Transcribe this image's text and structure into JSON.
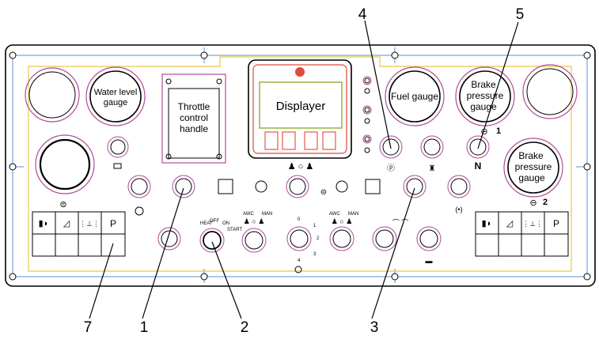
{
  "labels": {
    "water_level_gauge": [
      "Water level",
      "gauge"
    ],
    "throttle_control_handle": [
      "Throttle",
      "control",
      "handle"
    ],
    "displayer": "Displayer",
    "fuel_gauge": "Fuel gauge",
    "brake_pressure_gauge_1": [
      "Brake",
      "pressure",
      "gauge"
    ],
    "brake_pressure_gauge_2": [
      "Brake",
      "pressure",
      "gauge"
    ],
    "brake_gauge_1_index": "1",
    "brake_gauge_2_index": "2",
    "neutral_indicator": "N",
    "park_key": "P"
  },
  "ignition_switch": {
    "heat": "HEAT",
    "off": "OFF",
    "on": "ON",
    "start": "START"
  },
  "mode_switch": {
    "awc": "AWC",
    "man": "MAN"
  },
  "mode_switch_right": {
    "awc": "AWC",
    "man": "MAN"
  },
  "gear_switch": {
    "p0": "0",
    "p1": "1",
    "p2": "2",
    "p3": "3",
    "p4": "4"
  },
  "part_numbers": {
    "n1": "1",
    "n2": "2",
    "n3": "3",
    "n4": "4",
    "n5": "5",
    "n7": "7"
  },
  "colors": {
    "outline": "#000000",
    "frame_blue": "#5b8fd6",
    "yellow_line": "#e8c84a",
    "gauge_ring": "#b04a9a",
    "display_red": "#e04a3a",
    "display_green": "#9ab94a"
  }
}
